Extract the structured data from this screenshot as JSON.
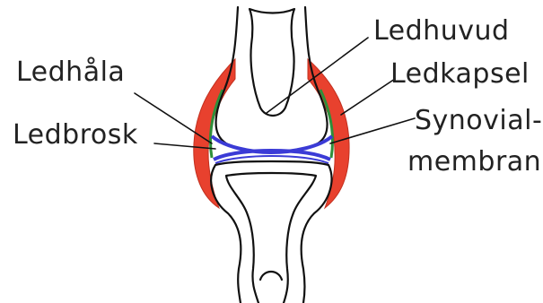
{
  "labels": {
    "ledhuvud": "Ledhuvud",
    "ledkapsel": "Ledkapsel",
    "ledhala": "Ledhåla",
    "ledbrosk": "Ledbrosk",
    "synovial_line1": "Synovial-",
    "synovial_line2": "membran"
  },
  "colors": {
    "capsule": "#e8412e",
    "synovial_membrane": "#2e8f3a",
    "cartilage": "#3b3bd6",
    "bone_outline": "#111111",
    "background": "#ffffff"
  }
}
